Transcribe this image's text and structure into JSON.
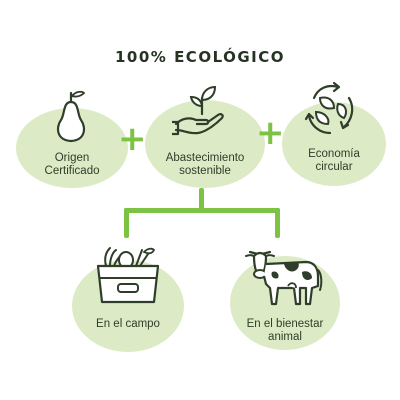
{
  "title": "100% ECOLÓGICO",
  "nodes": {
    "origin": {
      "label_line1": "Origen",
      "label_line2": "Certificado",
      "icon": "pear-icon"
    },
    "supply": {
      "label_line1": "Abastecimiento",
      "label_line2": "sostenible",
      "icon": "hand-plant-icon"
    },
    "circular": {
      "label_line1": "Economía",
      "label_line2": "circular",
      "icon": "recycle-leaves-icon"
    },
    "field": {
      "label_line1": "En el campo",
      "icon": "vegetable-crate-icon"
    },
    "welfare": {
      "label_line1": "En el bienestar",
      "label_line2": "animal",
      "icon": "cow-icon"
    }
  },
  "connectors": {
    "plus_symbol": "+"
  },
  "colors": {
    "accent": "#7cc243",
    "blob": "#dcebc6",
    "stroke": "#2f3e2a"
  }
}
